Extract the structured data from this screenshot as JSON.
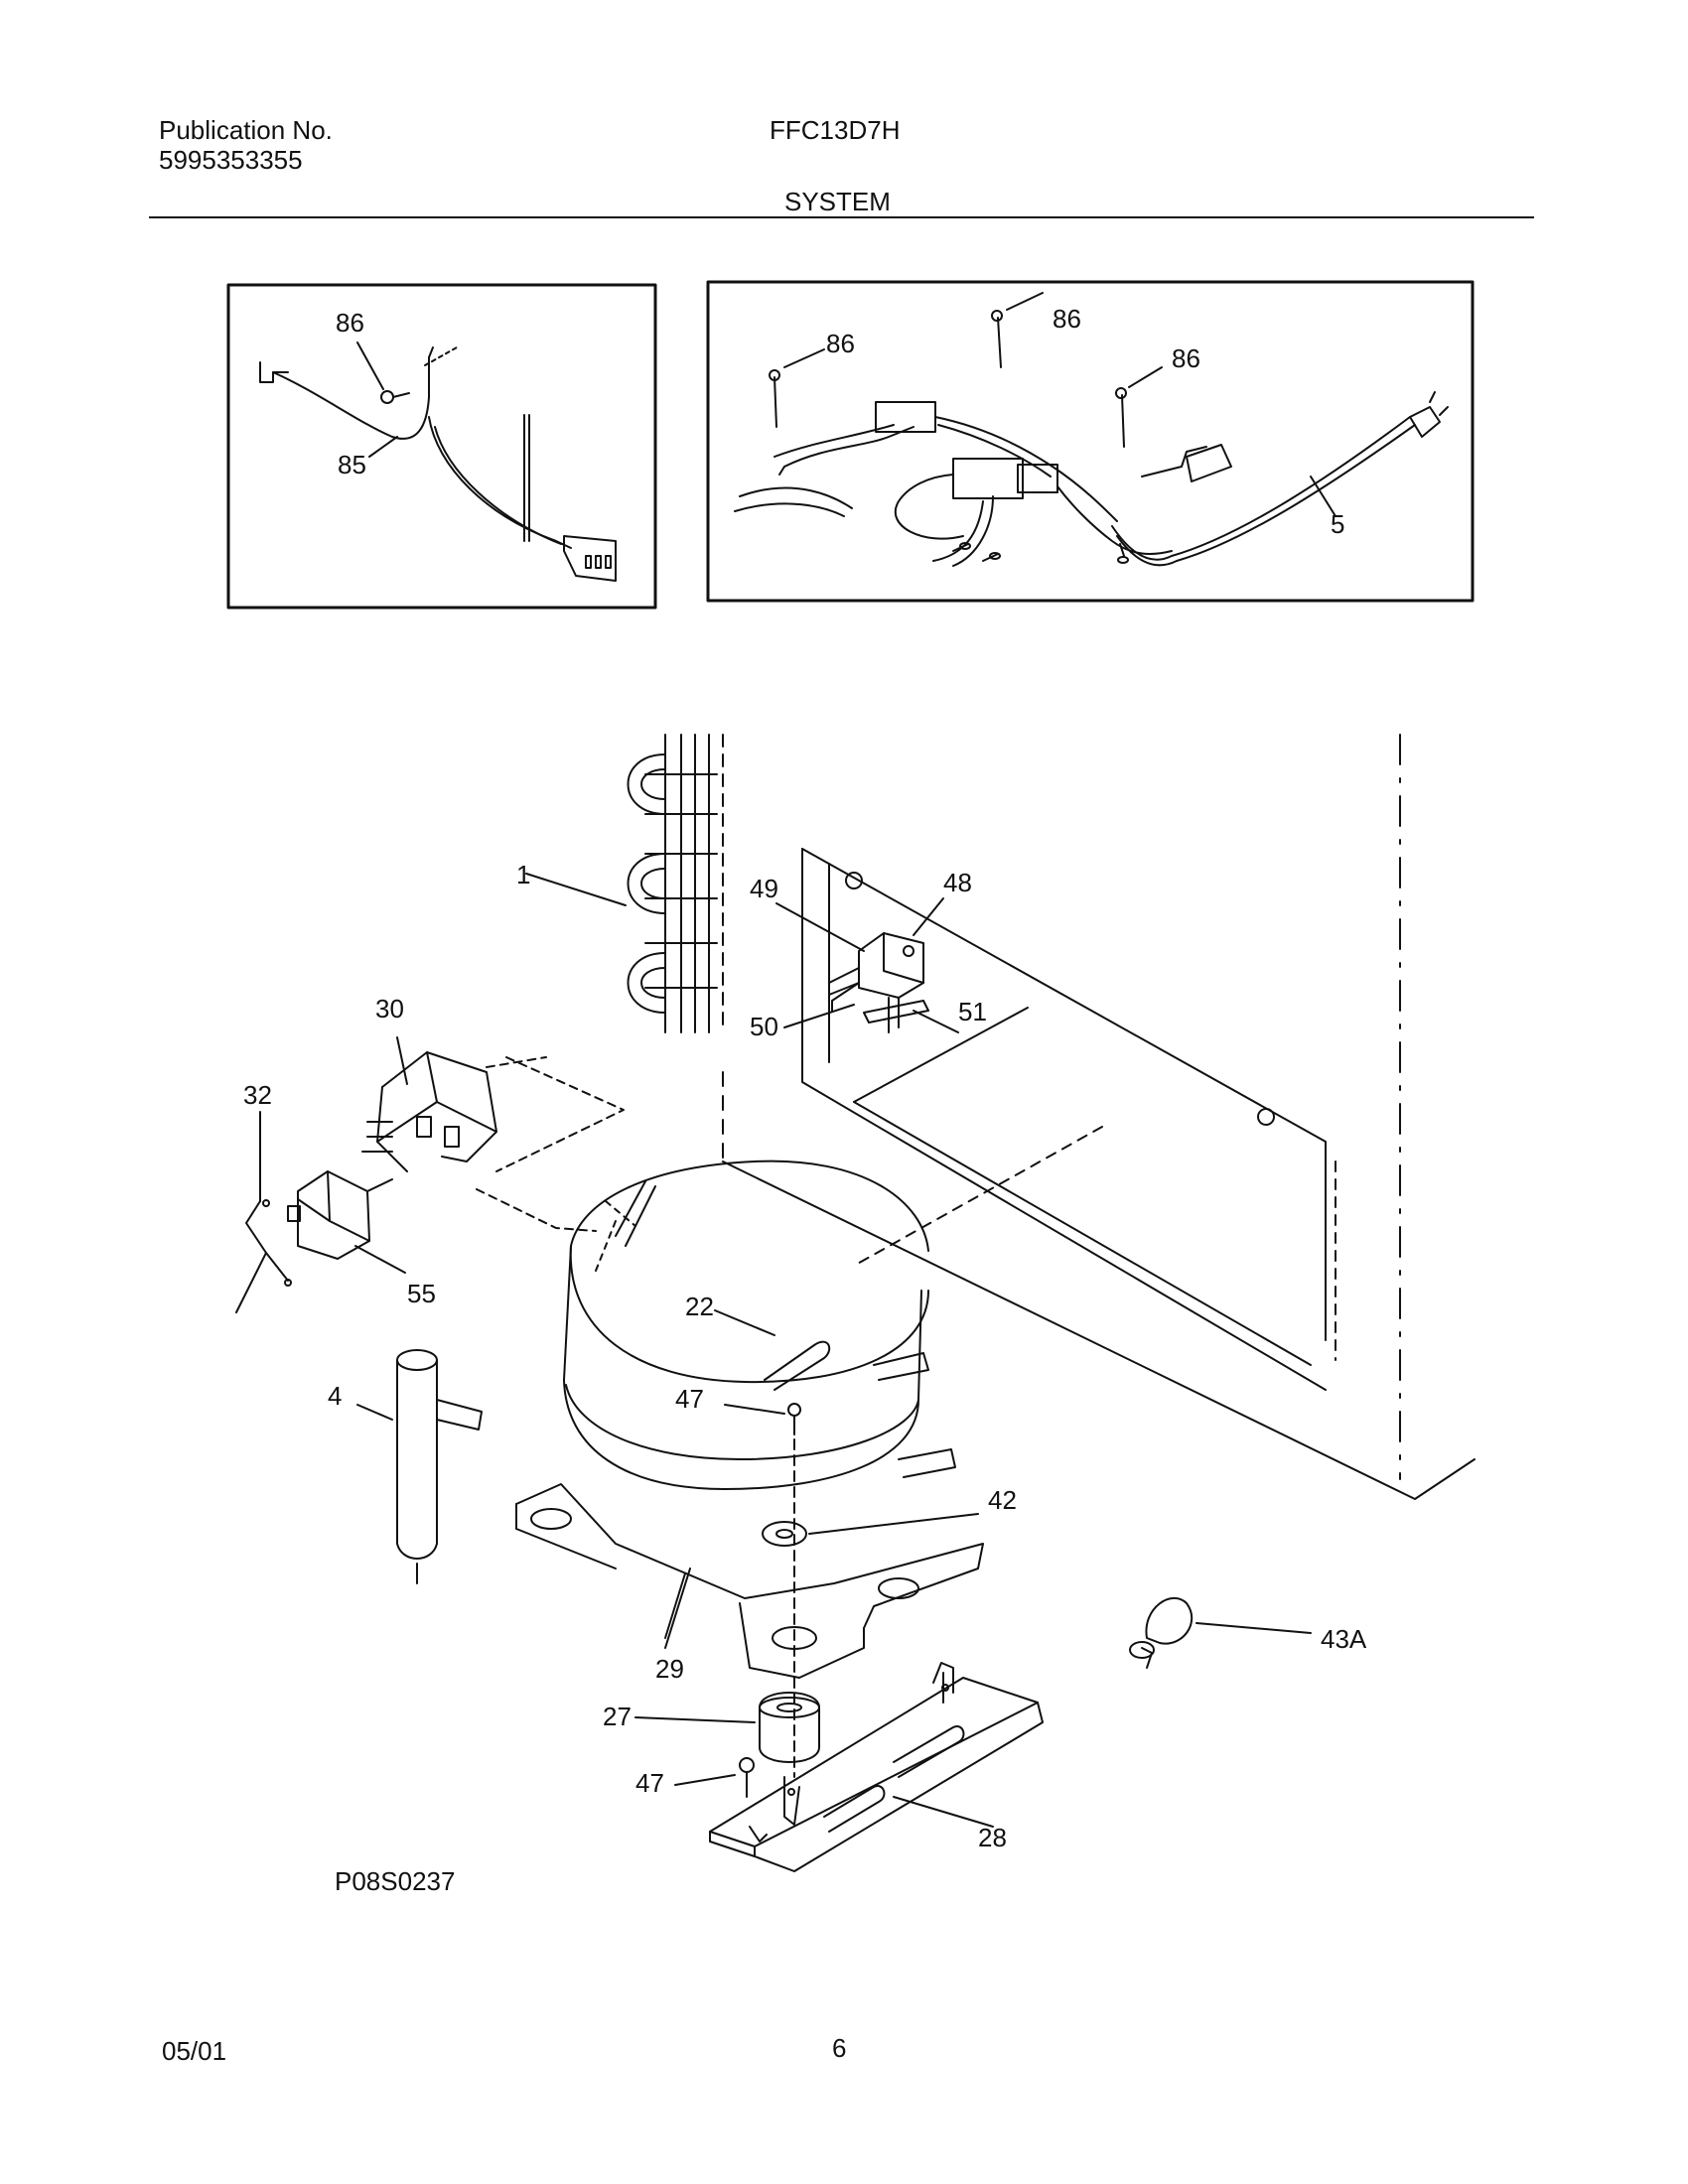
{
  "header": {
    "publication_label": "Publication No.",
    "publication_number": "5995353355",
    "model": "FFC13D7H",
    "section": "SYSTEM"
  },
  "footer": {
    "date": "05/01",
    "page": "6"
  },
  "figure_code": "P08S0237",
  "callouts": {
    "c86a": "86",
    "c85": "85",
    "c86b": "86",
    "c86c": "86",
    "c86d": "86",
    "c5": "5",
    "c1": "1",
    "c49": "49",
    "c48": "48",
    "c50": "50",
    "c51": "51",
    "c30": "30",
    "c32": "32",
    "c55": "55",
    "c22": "22",
    "c47a": "47",
    "c42": "42",
    "c4": "4",
    "c29": "29",
    "c43a": "43A",
    "c27": "27",
    "c47b": "47",
    "c28": "28"
  }
}
